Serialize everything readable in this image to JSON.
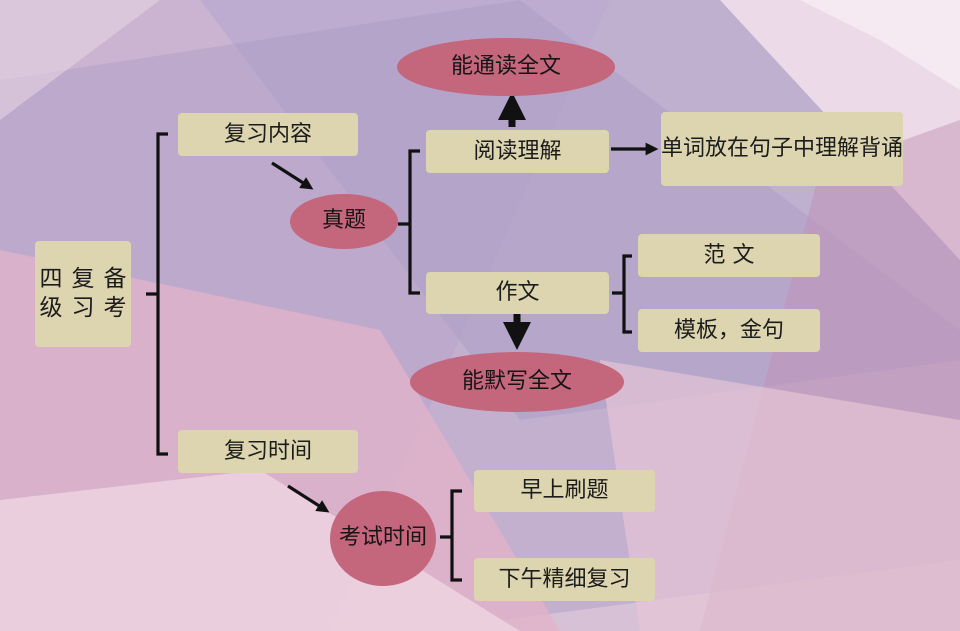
{
  "colors": {
    "box_fill": "#dcd5b0",
    "oval_fill": "#c4667c",
    "line": "#111111",
    "bg_violet": "#b3a3c8",
    "bg_pink": "#e3b6cb",
    "bg_light": "#f3e4ee"
  },
  "diagram": {
    "root": [
      "四级",
      "复习",
      "备考"
    ],
    "review_content": "复习内容",
    "past_exams": "真题",
    "reading": "阅读理解",
    "read_aloud": "能通读全文",
    "vocab_note": [
      "单词放在句子中理",
      "解背诵"
    ],
    "writing": "作文",
    "model_essay": "范 文",
    "templates": "模板，金句",
    "recite": "能默写全文",
    "review_time": "复习时间",
    "exam_time": [
      "考试",
      "时间"
    ],
    "morning": "早上刷题",
    "afternoon": "下午精细复习"
  }
}
